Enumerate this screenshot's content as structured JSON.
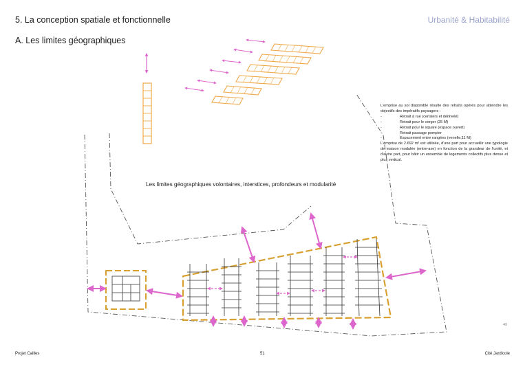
{
  "header": {
    "section_title": "5. La conception spatiale et fonctionnelle",
    "brand": "Urbanité & Habitabilité",
    "subtitle": "A. Les limites géographiques"
  },
  "diagram": {
    "caption": "Les limites géographiques volontaires, interstices, profondeurs et modularité"
  },
  "text_block": {
    "intro": "L'emprise au sol disponible résulte des retraits opérés pour atteindre les objectifs des impératifs paysagers :",
    "items": [
      "Retrait à rue (cerisiers et dénivelé)",
      "Retrait pour le verger (25 M)",
      "Retrait pour le square (espace ouvert)",
      "Retrait passage pompier",
      "Espacement entre rangées (venelle,11 M)"
    ],
    "conclusion": "L'emprise de 2.692 m² est utilisée, d'une part pour accueillir une typologie de maison modulée (entre-axe) en fonction de la grandeur de l'unité, et d'autre part, pour bâtir un ensemble de logements collectifs plus dense et plus vertical."
  },
  "page_index": "40",
  "footer": {
    "left": "Projet Cailles",
    "center": "51",
    "right": "Cité Jardicole"
  },
  "colors": {
    "module_orange": "#f0a848",
    "boundary_orange": "#d8a030",
    "arrow_pink": "#dd66cc",
    "line_gray": "#555555",
    "brand_blue": "#9aa3c9"
  }
}
